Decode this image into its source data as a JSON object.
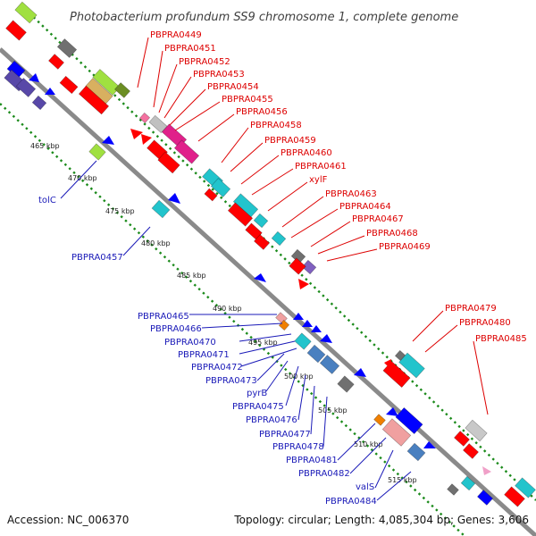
{
  "title": "Photobacterium profundum SS9 chromosome 1, complete genome",
  "footer": {
    "accession": "Accession: NC_006370",
    "topology": "Topology: circular; Length: 4,085,304 bp; Genes: 3,606"
  },
  "scale_ticks": [
    "465 kbp",
    "470 kbp",
    "475 kbp",
    "480 kbp",
    "485 kbp",
    "490 kbp",
    "495 kbp",
    "500 kbp",
    "505 kbp",
    "510 kbp",
    "515 kbp"
  ],
  "forward_labels": [
    "PBPRA0449",
    "PBPRA0451",
    "PBPRA0452",
    "PBPRA0453",
    "PBPRA0454",
    "PBPRA0455",
    "PBPRA0456",
    "PBPRA0458",
    "PBPRA0459",
    "PBPRA0460",
    "PBPRA0461",
    "xylF",
    "PBPRA0463",
    "PBPRA0464",
    "PBPRA0467",
    "PBPRA0468",
    "PBPRA0469",
    "PBPRA0479",
    "PBPRA0480",
    "PBPRA0485"
  ],
  "reverse_labels": [
    "tolC",
    "PBPRA0457",
    "PBPRA0465",
    "PBPRA0466",
    "PBPRA0470",
    "PBPRA0471",
    "PBPRA0472",
    "PBPRA0473",
    "pyrB",
    "PBPRA0475",
    "PBPRA0476",
    "PBPRA0477",
    "PBPRA0478",
    "PBPRA0481",
    "PBPRA0482",
    "valS",
    "PBPRA0484"
  ],
  "colors": {
    "forward_gene": "#ff0000",
    "reverse_gene": "#0000ff",
    "backbone": "#8a8a8a",
    "dotted_track": "#1a8a1a",
    "forward_label": "#dd0000",
    "reverse_label": "#1a1ab8",
    "cog_cyan": "#22c4cc",
    "cog_pink": "#f472a0",
    "cog_salmon": "#f0a0a0",
    "cog_lime": "#a0e040",
    "cog_gray": "#707070",
    "cog_steel": "#4a80c0",
    "cog_purple": "#5848a8",
    "cog_orange": "#f08000"
  }
}
